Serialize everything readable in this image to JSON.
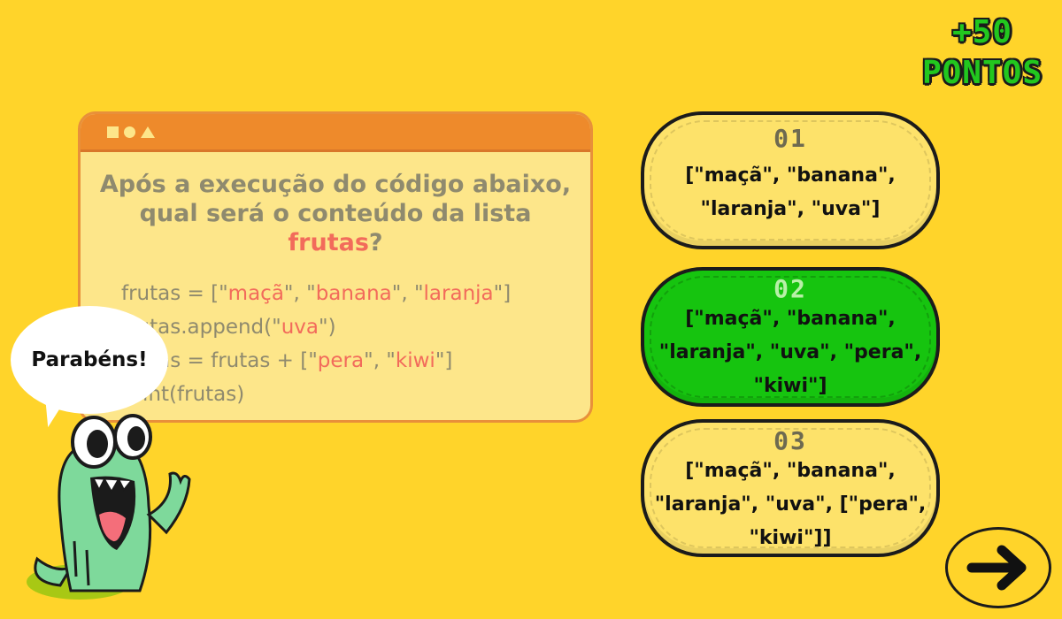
{
  "score": {
    "line1": "+50",
    "line2": "PONTOS"
  },
  "question": {
    "text_before": "Após a execução do código abaixo, qual será o conteúdo da lista ",
    "highlight": "frutas",
    "text_after": "?"
  },
  "code": {
    "line1": {
      "a": "frutas = [\"",
      "s1": "maçã",
      "b": "\", \"",
      "s2": "banana",
      "c": "\", \"",
      "s3": "laranja",
      "d": "\"]"
    },
    "line2": {
      "a": "frutas.append(\"",
      "s1": "uva",
      "b": "\")"
    },
    "line3": {
      "a": "frutas = frutas + [\"",
      "s1": "pera",
      "b": "\", \"",
      "s2": "kiwi",
      "c": "\"]"
    },
    "line4": {
      "a": "print(frutas)"
    }
  },
  "speech": {
    "text": "Parabéns!"
  },
  "options": [
    {
      "number": "01",
      "text": "[\"maçã\", \"banana\", \"laranja\", \"uva\"]",
      "selected": false
    },
    {
      "number": "02",
      "text": "[\"maçã\", \"banana\", \"laranja\", \"uva\", \"pera\", \"kiwi\"]",
      "selected": true
    },
    {
      "number": "03",
      "text": "[\"maçã\", \"banana\", \"laranja\", \"uva\", [\"pera\", \"kiwi\"]]",
      "selected": false
    }
  ],
  "icons": {
    "next": "arrow-right-icon",
    "window_controls": [
      "square-icon",
      "circle-icon",
      "triangle-icon"
    ]
  },
  "colors": {
    "background": "#FFD42A",
    "accent_green": "#16C40F",
    "highlight": "#F26B5B",
    "window_bar": "#EE8A2B"
  }
}
